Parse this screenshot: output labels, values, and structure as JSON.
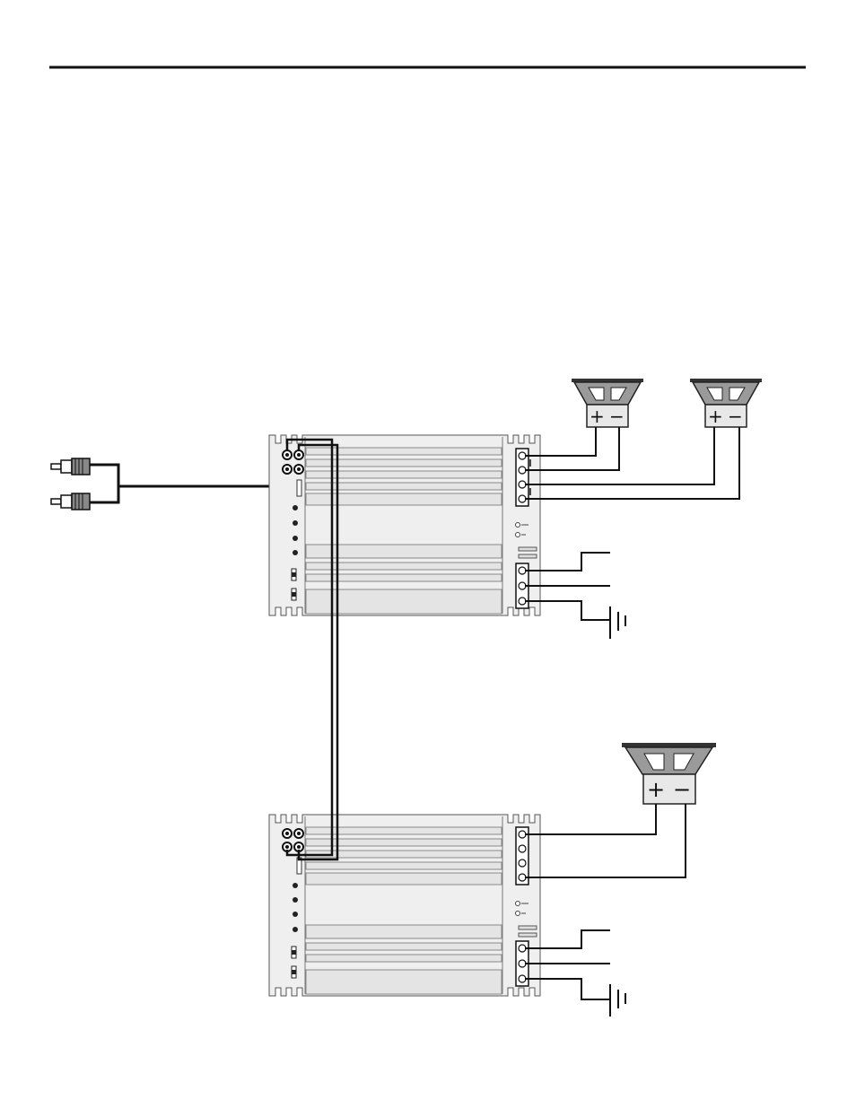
{
  "diagram": {
    "description_visible_text": "",
    "colors": {
      "line": "#111111",
      "amp_body": "#efefef",
      "fin": "#e3e3e3",
      "cone": "#9a9a9a",
      "basket": "#333333",
      "magnet": "#e8e8e8"
    },
    "speaker_polarity": {
      "plus": "+",
      "minus": "−"
    },
    "components": {
      "rca_input": {
        "icon": "rca-plug-icon",
        "count": 2
      },
      "amplifier_top": {
        "icon": "amplifier-icon",
        "speaker_terminals": 4,
        "power_terminals": 3
      },
      "amplifier_bottom": {
        "icon": "amplifier-icon",
        "speaker_terminals": 4,
        "power_terminals": 3
      },
      "speaker_top_left": {
        "icon": "speaker-icon"
      },
      "speaker_top_right": {
        "icon": "speaker-icon"
      },
      "speaker_bottom": {
        "icon": "speaker-icon"
      },
      "ground_top": {
        "icon": "ground-symbol-icon"
      },
      "ground_bottom": {
        "icon": "ground-symbol-icon"
      }
    }
  }
}
